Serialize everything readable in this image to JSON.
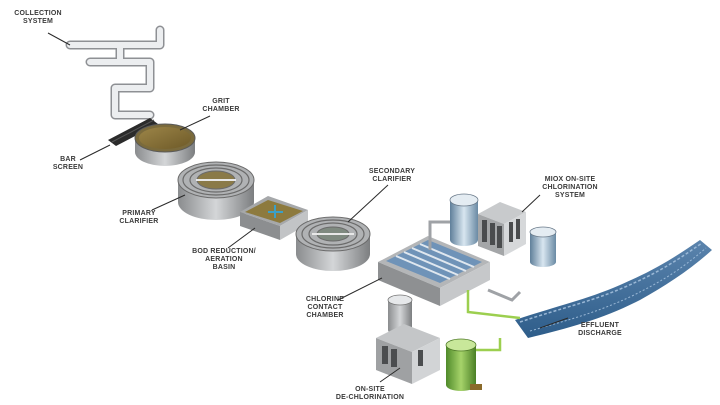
{
  "diagram": {
    "labels": {
      "collection_system": "COLLECTION\nSYSTEM",
      "grit_chamber": "GRIT\nCHAMBER",
      "bar_screen": "BAR\nSCREEN",
      "primary_clarifier": "PRIMARY\nCLARIFIER",
      "bod_reduction": "BOD REDUCTION/\nAERATION\nBASIN",
      "secondary_clarifier": "SECONDARY\nCLARIFIER",
      "miox_system": "MIOX ON-SITE\nCHLORINATION\nSYSTEM",
      "chlorine_contact": "CHLORINE\nCONTACT\nCHAMBER",
      "effluent_discharge": "EFFLUENT\nDISCHARGE",
      "on_site_dechlorination": "ON-SITE\nDE-CHLORINATION"
    }
  }
}
